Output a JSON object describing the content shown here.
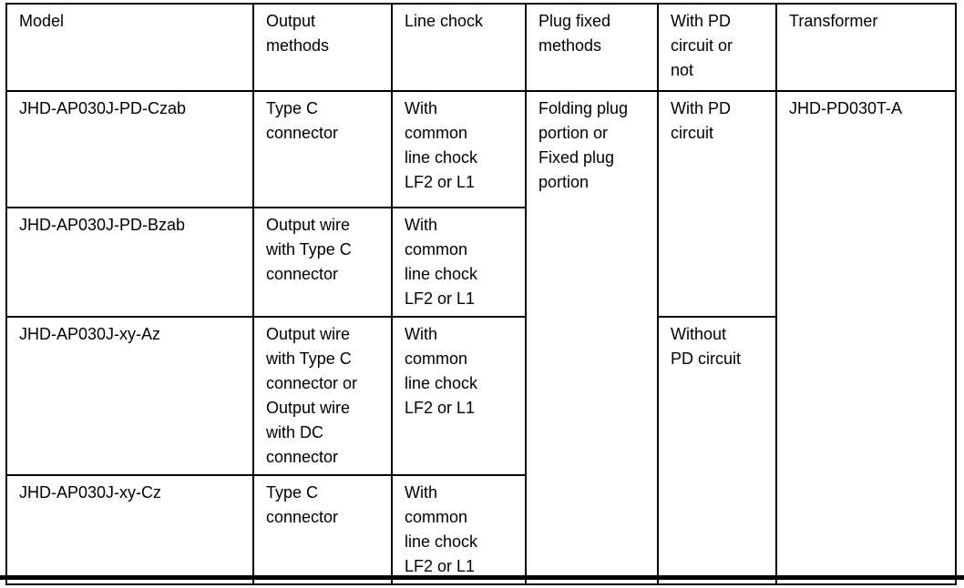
{
  "table": {
    "columns": [
      {
        "label": "Model"
      },
      {
        "label": "Output\nmethods"
      },
      {
        "label": "Line chock"
      },
      {
        "label": "Plug fixed\nmethods"
      },
      {
        "label": "With PD\ncircuit or\nnot"
      },
      {
        "label": "Transformer"
      }
    ],
    "rows": [
      {
        "model": "JHD-AP030J-PD-Czab",
        "output_methods": "Type C\nconnector",
        "line_chock": "With\ncommon\nline chock\nLF2 or L1"
      },
      {
        "model": "JHD-AP030J-PD-Bzab",
        "output_methods": "Output wire\nwith Type C\nconnector",
        "line_chock": "With\ncommon\nline chock\nLF2 or L1"
      },
      {
        "model": "JHD-AP030J-xy-Az",
        "output_methods": "Output wire\nwith Type C\nconnector or\nOutput wire\nwith DC\nconnector",
        "line_chock": "With\ncommon\nline chock\nLF2 or L1"
      },
      {
        "model": "JHD-AP030J-xy-Cz",
        "output_methods": "Type C\nconnector",
        "line_chock": "With\ncommon\nline chock\nLF2 or L1"
      }
    ],
    "merged_cells": {
      "plug_fixed_methods": "Folding plug\nportion or\nFixed plug\nportion",
      "with_pd_circuit": "With PD\ncircuit",
      "without_pd_circuit": "Without\nPD circuit",
      "transformer": "JHD-PD030T-A"
    },
    "colors": {
      "border": "#000000",
      "text": "#000000",
      "background": "#ffffff"
    }
  }
}
